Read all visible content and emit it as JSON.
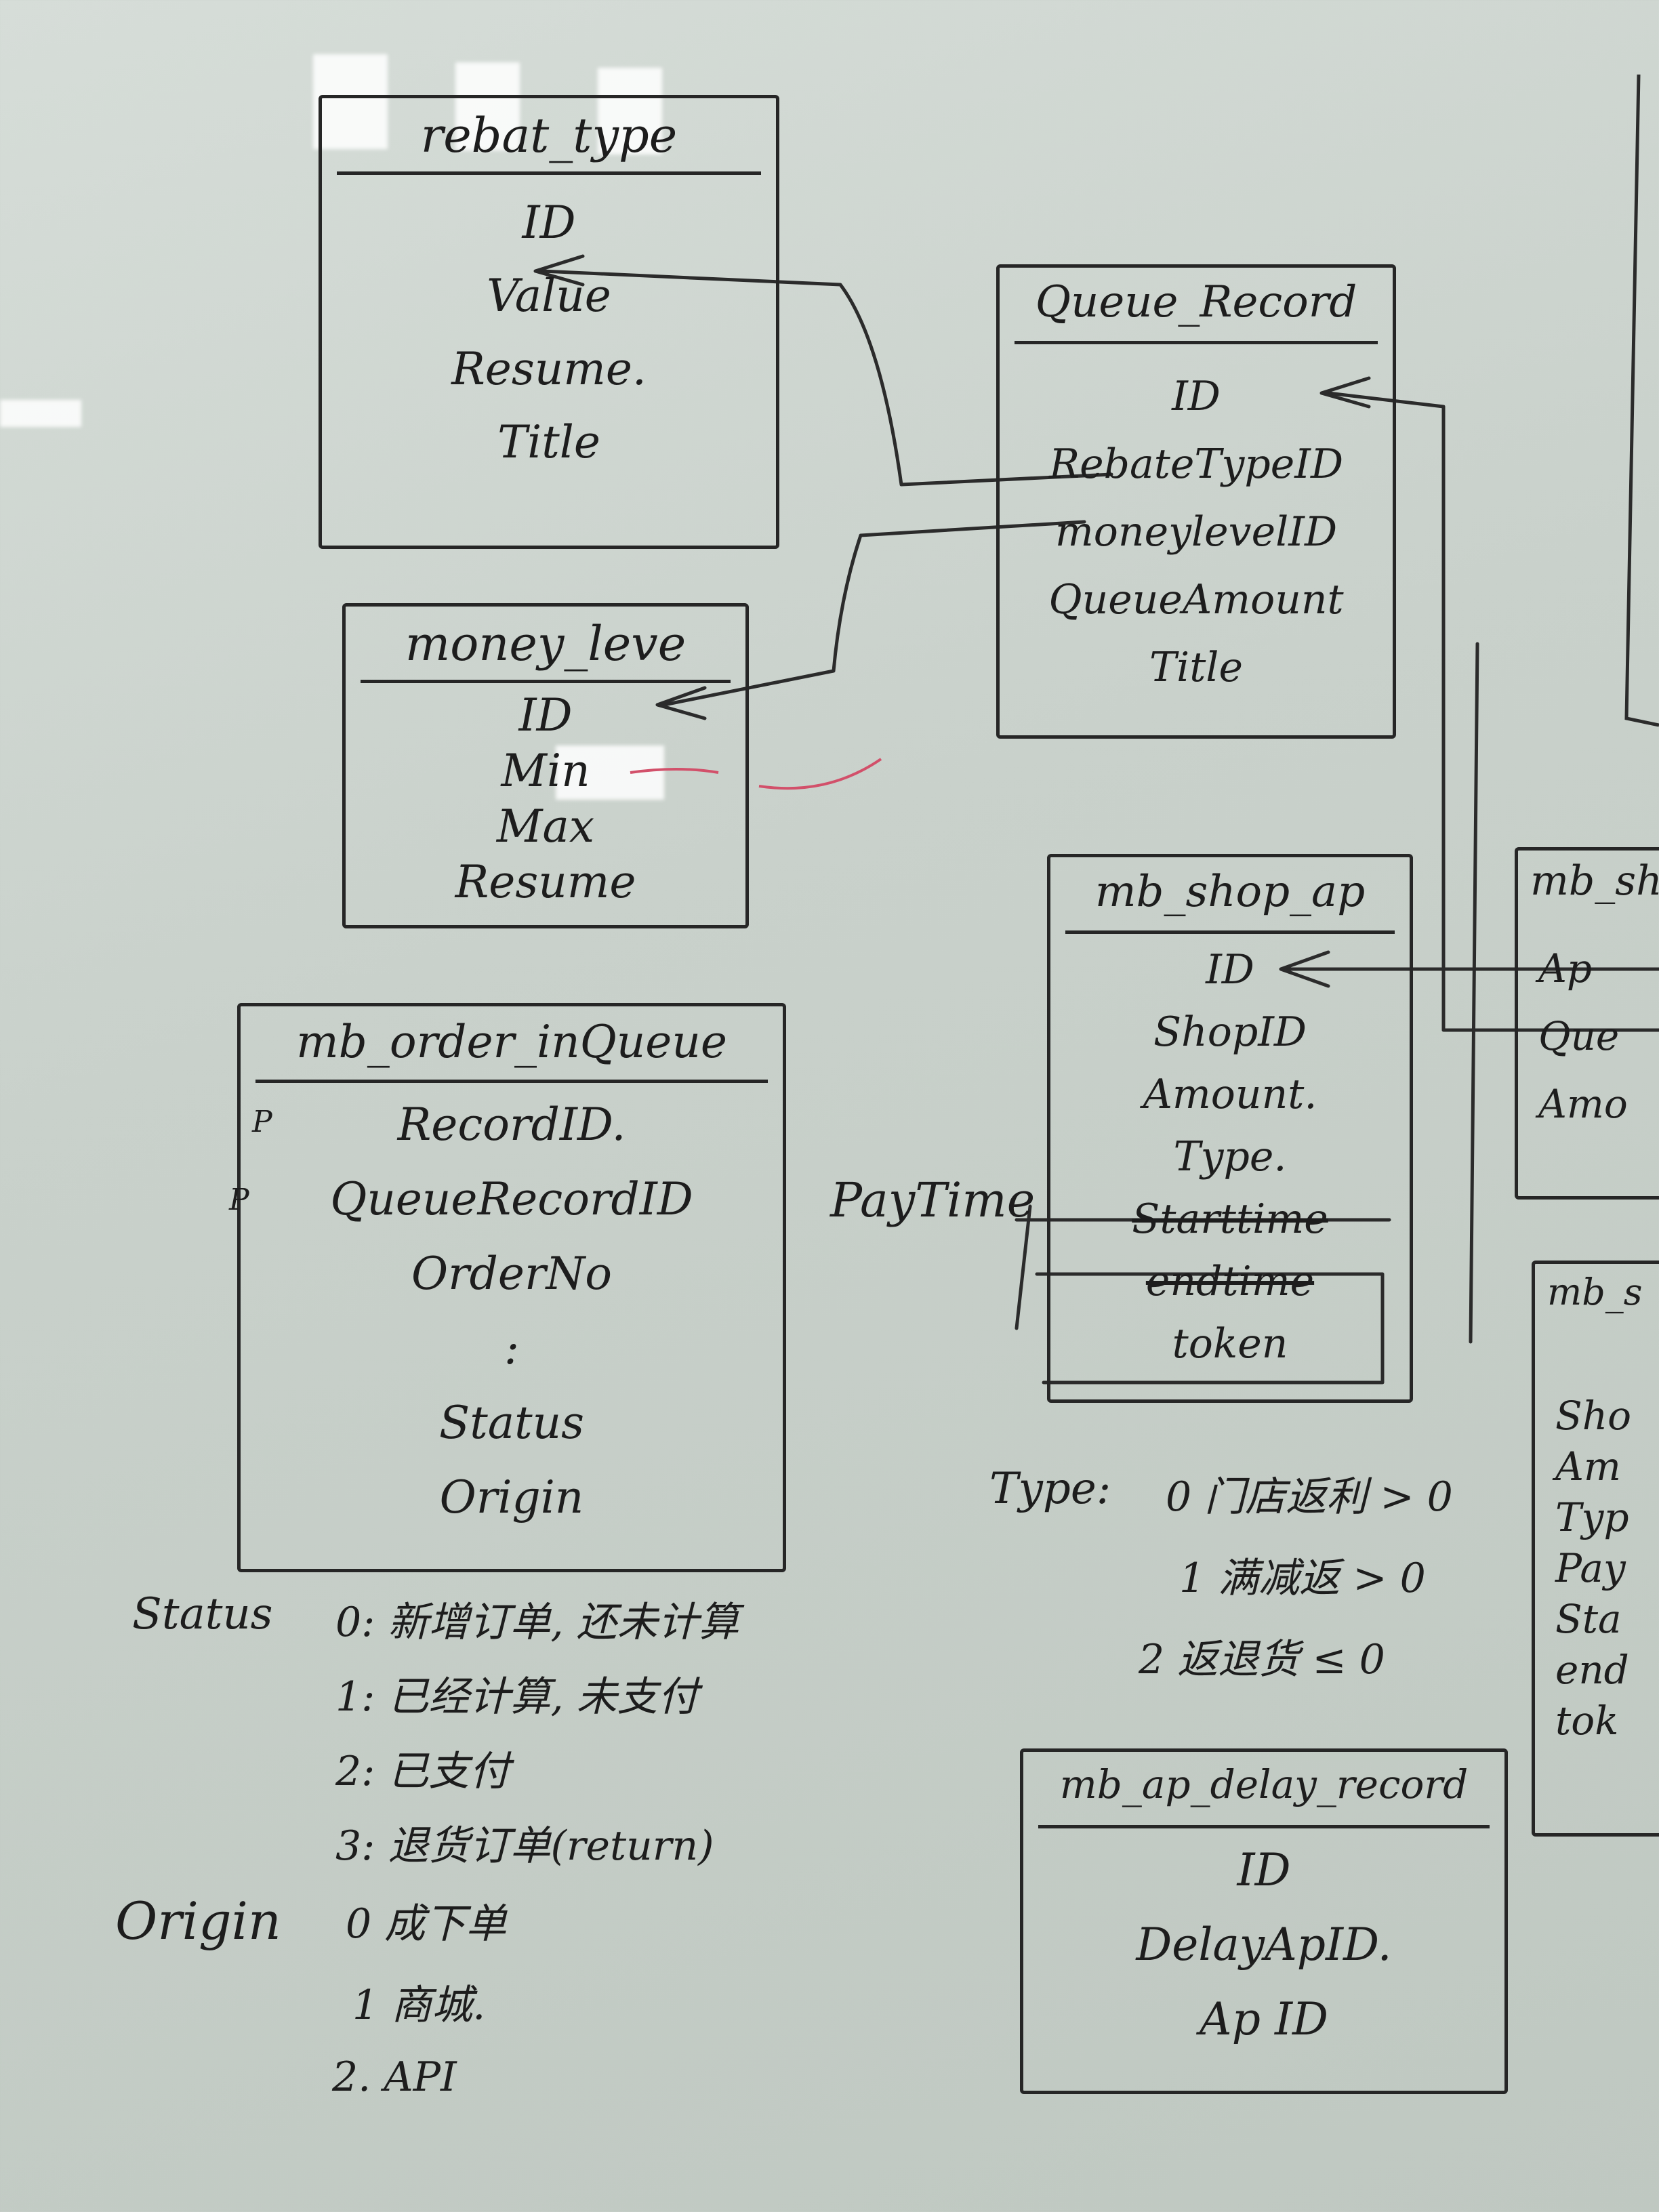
{
  "entities": {
    "rebate_type": {
      "title": "rebat_type",
      "fields": [
        "ID",
        "Value",
        "Resume.",
        "Title"
      ]
    },
    "money_level": {
      "title": "money_leve",
      "fields": [
        "ID",
        "Min",
        "Max",
        "Resume"
      ]
    },
    "queue_record": {
      "title": "Queue_Record",
      "fields": [
        "ID",
        "RebateTypeID",
        "moneylevelID",
        "QueueAmount",
        "Title"
      ]
    },
    "order_in_queue": {
      "title": "mb_order_inQueue",
      "fields": [
        "RecordID.",
        "QueueRecordID",
        "OrderNo",
        ":",
        "Status",
        "Origin"
      ],
      "pk_marks": [
        "P",
        "P"
      ]
    },
    "shop_ap": {
      "title": "mb_shop_ap",
      "fields": [
        "ID",
        "ShopID",
        "Amount.",
        "Type.",
        "Starttime",
        "endtime",
        "token"
      ]
    },
    "ap_delay_record": {
      "title": "mb_ap_delay_record",
      "fields": [
        "ID",
        "DelayApID.",
        "Ap ID"
      ]
    }
  },
  "cut_entities": {
    "right_top": {
      "title": "mb_sh",
      "fields": [
        "Ap",
        "Que",
        "Amo"
      ]
    },
    "right_bottom": {
      "title": "mb_s",
      "fields": [
        "Sho",
        "Am",
        "Typ",
        "Pay",
        "Sta",
        "end",
        "tok"
      ]
    }
  },
  "annotations": {
    "paytime": "PayTime"
  },
  "status_legend": {
    "key": "Status",
    "rows": [
      "0: 新增订单, 还未计算",
      "1: 已经计算, 未支付",
      "2: 已支付",
      "3: 退货订单(return)"
    ]
  },
  "origin_legend": {
    "key": "Origin",
    "rows": [
      "0  成下单",
      "1  商城.",
      "2. API"
    ]
  },
  "type_legend": {
    "key": "Type:",
    "rows": [
      "0  门店返利 > 0",
      "1  满减返 > 0",
      "2  返退货 ≤ 0"
    ]
  },
  "colors": {
    "ink": "#1d1d1d",
    "board": "#c9d1cb",
    "red_marker": "#d2506a"
  }
}
